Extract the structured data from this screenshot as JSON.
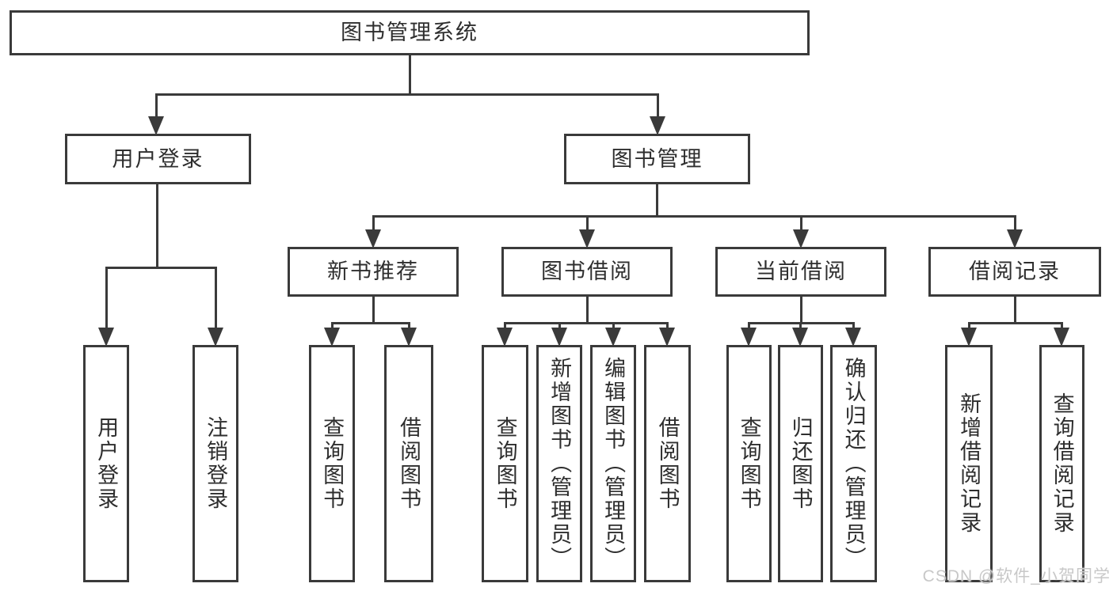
{
  "colors": {
    "line": "#3a3a3a",
    "box_bg": "#ffffff",
    "page_bg": "#ffffff",
    "text": "#2e2e2e",
    "watermark": "#c8c8c8"
  },
  "watermark": {
    "text": "CSDN @软件_小贺同学"
  },
  "tree": {
    "root": {
      "label": "图书管理系统"
    },
    "branches": [
      {
        "label": "用户登录",
        "children": [
          {
            "label": "用户登录"
          },
          {
            "label": "注销登录"
          }
        ]
      },
      {
        "label": "图书管理",
        "children": [
          {
            "label": "新书推荐",
            "children": [
              {
                "label": "查询图书"
              },
              {
                "label": "借阅图书"
              }
            ]
          },
          {
            "label": "图书借阅",
            "children": [
              {
                "label": "查询图书"
              },
              {
                "label": "新增图书（管理员）"
              },
              {
                "label": "编辑图书（管理员）"
              },
              {
                "label": "借阅图书"
              }
            ]
          },
          {
            "label": "当前借阅",
            "children": [
              {
                "label": "查询图书"
              },
              {
                "label": "归还图书"
              },
              {
                "label": "确认归还（管理员）"
              }
            ]
          },
          {
            "label": "借阅记录",
            "children": [
              {
                "label": "新增借阅记录"
              },
              {
                "label": "查询借阅记录"
              }
            ]
          }
        ]
      }
    ]
  }
}
